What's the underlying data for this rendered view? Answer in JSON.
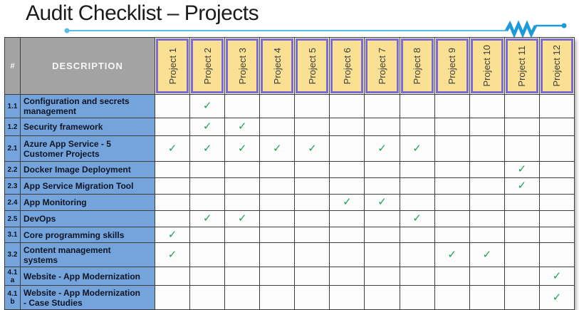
{
  "title": "Audit Checklist – Projects",
  "decoration": {
    "line_icon": "underline-with-zigzag",
    "colors": {
      "accent_line_blue": "#55BEE8",
      "zigzag_blue": "#1B9CD9"
    }
  },
  "colors": {
    "header_gray": "#A3A3A3",
    "project_fill_yellow": "#FAE092",
    "project_border_purple": "#7D6BD1",
    "row_label_blue": "#75A3DB",
    "check_green": "#1FA05C",
    "grid_line": "#3D3D3D",
    "title_text": "#1C1C1C"
  },
  "table": {
    "number_header": "#",
    "description_header": "DESCRIPTION",
    "check_glyph": "✓",
    "projects": [
      "Project 1",
      "Project 2",
      "Project 3",
      "Project 4",
      "Project 5",
      "Project 6",
      "Project 7",
      "Project 8",
      "Project 9",
      "Project 10",
      "Project 11",
      "Project 12"
    ],
    "rows": [
      {
        "num": "1.1",
        "description": "Configuration and secrets\nmanagement",
        "checks": [
          2
        ]
      },
      {
        "num": "1.2",
        "description": "Security framework",
        "checks": [
          2,
          3
        ]
      },
      {
        "num": "2.1",
        "description": "Azure App Service  - 5\nCustomer Projects",
        "checks": [
          1,
          2,
          3,
          4,
          5,
          7,
          8
        ]
      },
      {
        "num": "2.2",
        "description": "Docker Image Deployment",
        "checks": [
          11
        ]
      },
      {
        "num": "2.3",
        "description": "App Service Migration Tool",
        "checks": [
          11
        ]
      },
      {
        "num": "2.4",
        "description": "App Monitoring",
        "checks": [
          6,
          7
        ]
      },
      {
        "num": "2.5",
        "description": "DevOps",
        "checks": [
          2,
          3,
          8
        ]
      },
      {
        "num": "3.1",
        "description": "Core programming skills",
        "checks": [
          1
        ]
      },
      {
        "num": "3.2",
        "description": "Content management\nsystems",
        "checks": [
          1,
          9,
          10
        ]
      },
      {
        "num": "4.1\na",
        "description": "Website - App Modernization",
        "checks": [
          12
        ]
      },
      {
        "num": "4.1\nb",
        "description": "Website - App Modernization\n- Case Studies",
        "checks": [
          12
        ]
      }
    ]
  }
}
